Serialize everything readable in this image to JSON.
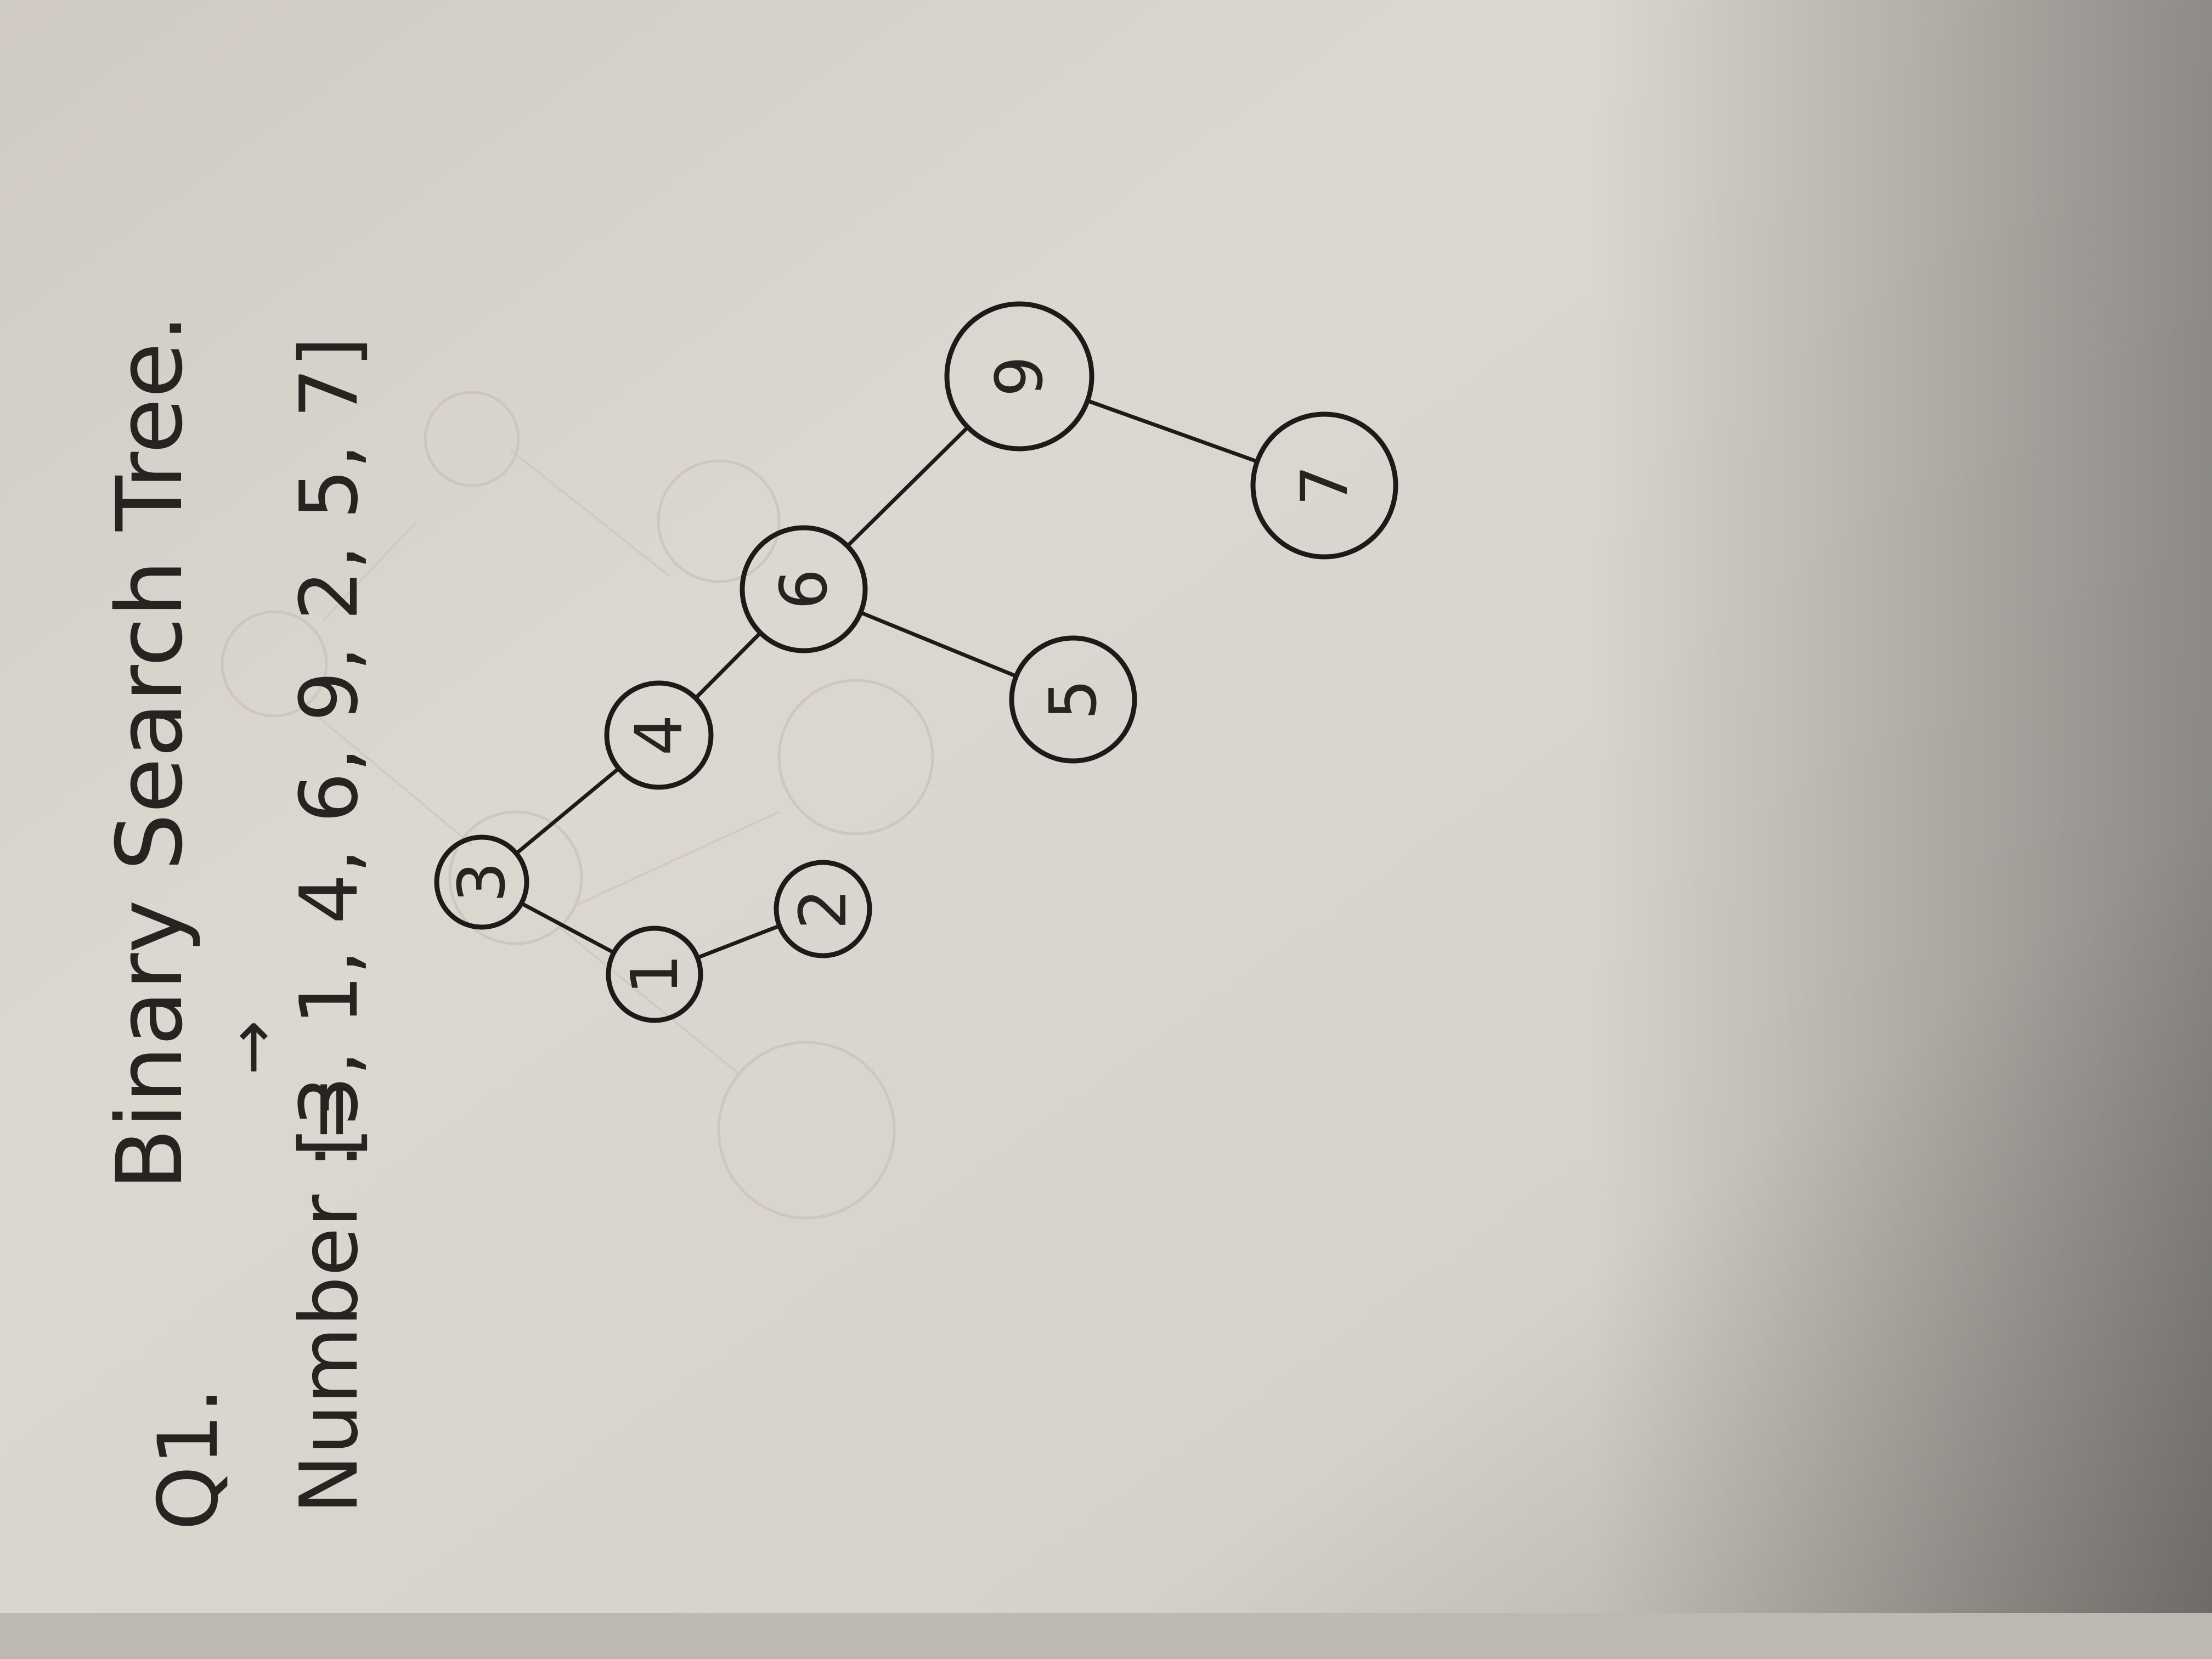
{
  "question_label": "Q1.",
  "title": "Binary Search Tree.",
  "arrow": "→",
  "sequence_label": "Number :=",
  "sequence_values": "[3, 1, 4, 6, 9, 2, 5, 7]",
  "tree": {
    "nodes": [
      {
        "id": "n3",
        "label": "3"
      },
      {
        "id": "n1",
        "label": "1"
      },
      {
        "id": "n2",
        "label": "2"
      },
      {
        "id": "n4",
        "label": "4"
      },
      {
        "id": "n6",
        "label": "6"
      },
      {
        "id": "n5",
        "label": "5"
      },
      {
        "id": "n9",
        "label": "9"
      },
      {
        "id": "n7",
        "label": "7"
      }
    ],
    "edges": [
      {
        "from": "n3",
        "to": "n1"
      },
      {
        "from": "n1",
        "to": "n2"
      },
      {
        "from": "n3",
        "to": "n4"
      },
      {
        "from": "n4",
        "to": "n6"
      },
      {
        "from": "n6",
        "to": "n5"
      },
      {
        "from": "n6",
        "to": "n9"
      },
      {
        "from": "n9",
        "to": "n7"
      }
    ]
  },
  "colors": {
    "paper": "#d9d5ce",
    "ink": "#1d1b19",
    "background_table": "#8f8c86"
  }
}
